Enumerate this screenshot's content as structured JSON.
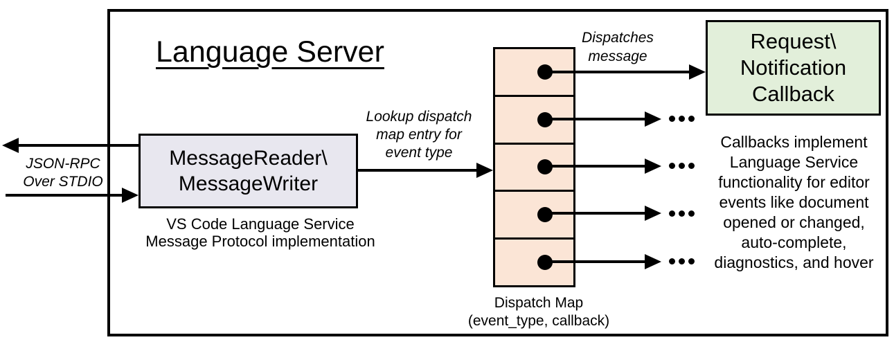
{
  "diagram": {
    "title": "Language Server",
    "stdio": {
      "label_lines": [
        "JSON-RPC",
        "Over STDIO"
      ]
    },
    "message_reader_writer": {
      "title_lines": [
        "MessageReader\\",
        "MessageWriter"
      ],
      "caption_lines": [
        "VS Code Language Service",
        "Message Protocol implementation"
      ],
      "fill": "#e8e7ef"
    },
    "lookup_label_lines": [
      "Lookup dispatch",
      "map entry for",
      "event type"
    ],
    "dispatches_label_lines": [
      "Dispatches",
      "message"
    ],
    "dispatch_map": {
      "cell_count": 5,
      "caption_lines": [
        "Dispatch Map",
        "(event_type, callback)"
      ],
      "fill": "#fbe5d6"
    },
    "request_notification_callback": {
      "title_lines": [
        "Request\\",
        "Notification",
        "Callback"
      ],
      "fill": "#e2efda"
    },
    "callbacks_description_lines": [
      "Callbacks implement",
      "Language Service",
      "functionality for editor",
      "events like document",
      "opened or changed,",
      "auto-complete,",
      "diagnostics, and hover"
    ],
    "ellipsis": "...",
    "colors": {
      "line": "#000000",
      "background": "#ffffff"
    }
  }
}
